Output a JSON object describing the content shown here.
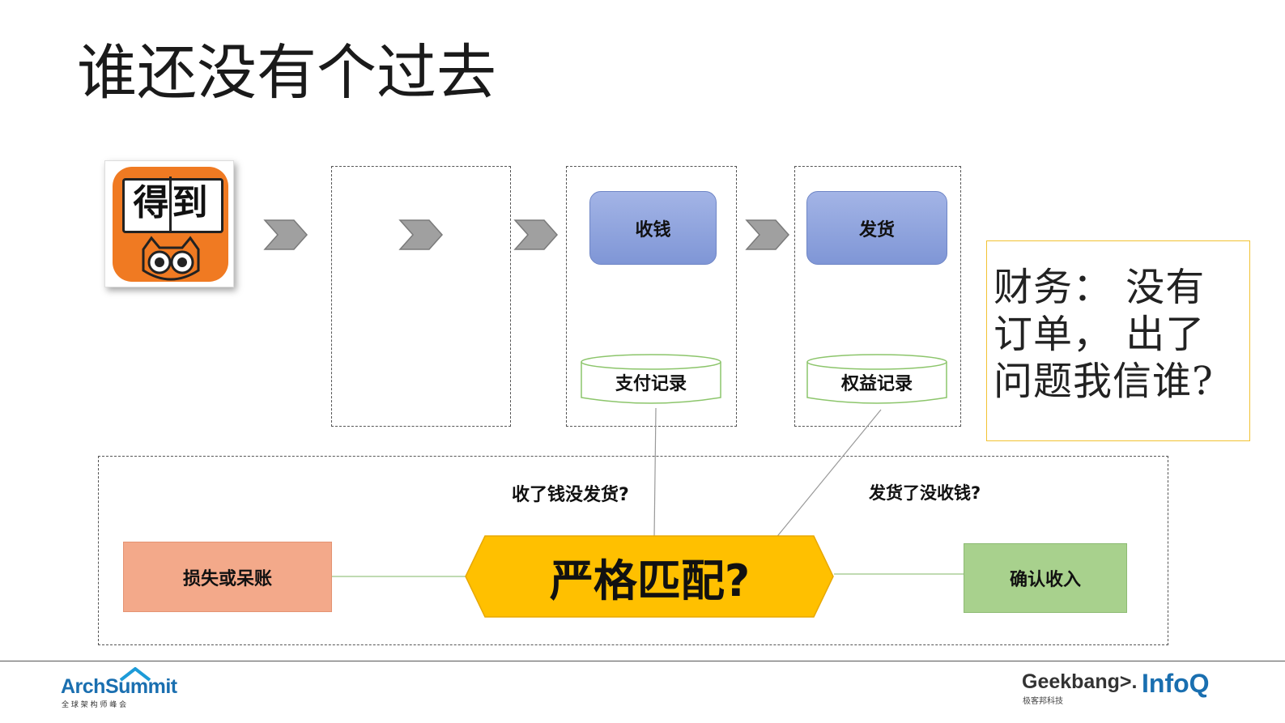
{
  "title": "谁还没有个过去",
  "app_icon": {
    "label": "得到"
  },
  "nodes": {
    "collect": "收钱",
    "ship": "发货",
    "pay_record": "支付记录",
    "rights_record": "权益记录",
    "match": "严格匹配?",
    "loss": "损失或呆账",
    "confirm": "确认收入"
  },
  "questions": {
    "paid_not_shipped": "收了钱没发货?",
    "shipped_not_paid": "发货了没收钱?"
  },
  "finance_note": {
    "lines": [
      "财务： 没有",
      "订单， 出了",
      "问题我信谁?"
    ]
  },
  "footer": {
    "left_logo": "ArchSummit",
    "left_sub": "全 球 架 构 师 峰 会",
    "right_logo1": "Geekbang>.",
    "right_sub": "极客邦科技",
    "right_logo2": "InfoQ"
  },
  "colors": {
    "blue_box": "#8fa3de",
    "match": "#ffc000",
    "loss": "#f3a98a",
    "confirm": "#a8d18d",
    "db_border": "#8cc56b",
    "note_border": "#f2c233"
  }
}
